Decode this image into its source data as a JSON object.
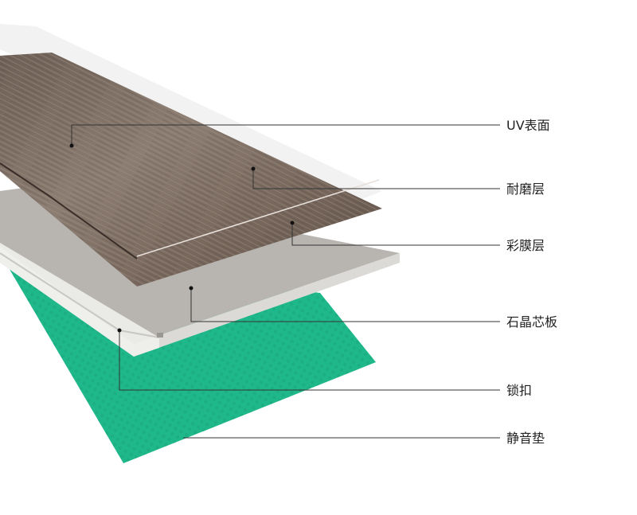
{
  "title": "地板结构示意",
  "colors": {
    "wood": "#7a6a5e",
    "core": "#b9b6b2",
    "edge": "#e6e5e2",
    "pad": "#1fb88a",
    "line": "#333333"
  },
  "layers": [
    {
      "id": "uv",
      "label": "UV表面"
    },
    {
      "id": "wear",
      "label": "耐磨层"
    },
    {
      "id": "film",
      "label": "彩膜层"
    },
    {
      "id": "core",
      "label": "石晶芯板"
    },
    {
      "id": "lock",
      "label": "锁扣"
    },
    {
      "id": "pad",
      "label": "静音垫"
    }
  ]
}
